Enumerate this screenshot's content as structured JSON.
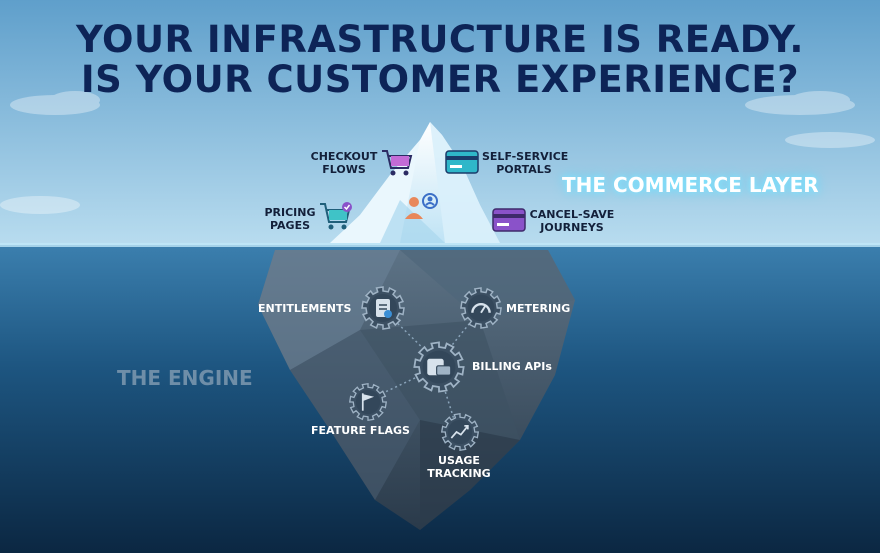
{
  "headline": {
    "line1": "YOUR INFRASTRUCTURE IS READY.",
    "line2": "IS YOUR CUSTOMER EXPERIENCE?"
  },
  "commerce_layer": {
    "title": "THE COMMERCE LAYER",
    "items": {
      "checkout": [
        "CHECKOUT",
        "FLOWS"
      ],
      "self_service": [
        "SELF-SERVICE",
        "PORTALS"
      ],
      "pricing": [
        "PRICING",
        "PAGES"
      ],
      "cancel_save": [
        "CANCEL-SAVE",
        "JOURNEYS"
      ]
    }
  },
  "engine_layer": {
    "title": "THE ENGINE",
    "items": {
      "entitlements": "ENTITLEMENTS",
      "metering": "METERING",
      "billing_apis": "BILLING APIs",
      "feature_flags": "FEATURE FLAGS",
      "usage_tracking": [
        "USAGE",
        "TRACKING"
      ]
    }
  },
  "colors": {
    "headline": "#0d2457",
    "sky_top": "#5f9fcb",
    "sky_bottom": "#b8dcef",
    "water_top": "#3b7fae",
    "water_bottom": "#0b2742",
    "commerce_glow": "#7fe6ff",
    "engine_text": "#6f8ea8"
  },
  "icons": [
    "shopping-cart-icon",
    "credit-card-icon",
    "users-icon",
    "gear-clipboard-icon",
    "gear-gauge-icon",
    "gear-billing-icon",
    "gear-flag-icon",
    "gear-chart-icon"
  ]
}
